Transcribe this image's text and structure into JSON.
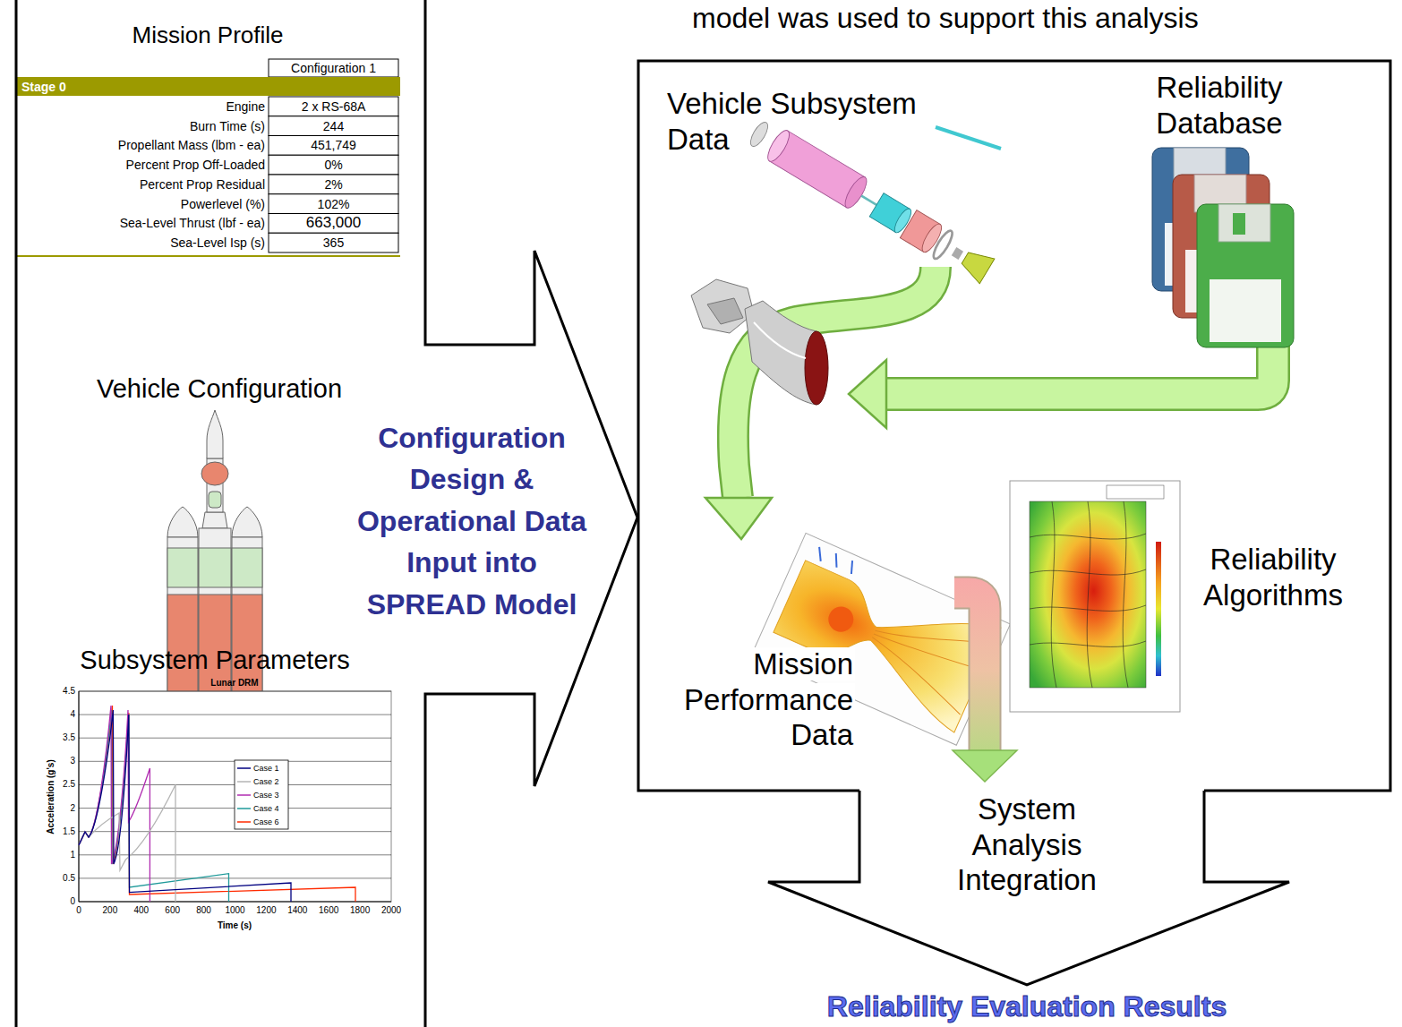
{
  "diagram": {
    "nodes": [
      {
        "text": [
          "Mission Profile",
          "Vehicle Configuration",
          "Subsystem Parameters",
          "Configuration Design & Operational Data Input into SPREAD Model"
        ]
      },
      {
        "text": [
          "Vehicle Subsystem Data",
          "Reliability Database",
          "Reliability Algorithms",
          "Mission Performance Data"
        ]
      },
      {
        "text": [
          "System Analysis Integration"
        ]
      }
    ],
    "labels": [
      "model was used to support this analysis",
      "Configuration 1",
      "Stage 0",
      "Engine",
      "2 x RS-68A",
      "Burn Time (s)",
      "244",
      "Propellant Mass (lbm - ea)",
      "451,749",
      "Percent Prop Off-Loaded",
      "0%",
      "Percent Prop Residual",
      "2%",
      "Powerlevel (%)",
      "102%",
      "Sea-Level Thrust (lbf - ea)",
      "663,000",
      "Sea-Level Isp (s)",
      "365",
      "Lunar DRM",
      "4.5",
      "4",
      "3.5",
      "3",
      "2.5",
      "2",
      "1.5",
      "1",
      "0.5",
      "0",
      "Acceleration (g's)",
      "0",
      "200",
      "400",
      "600",
      "800",
      "1000",
      "1200",
      "1400",
      "1600",
      "1800",
      "2000",
      "Time (s)",
      "Reliability Evaluation Results"
    ],
    "legend": [
      {
        "text": "Case 1"
      },
      {
        "text": "Case 2"
      },
      {
        "text": "Case 3"
      },
      {
        "text": "Case 4"
      },
      {
        "text": "Case 6"
      }
    ]
  }
}
